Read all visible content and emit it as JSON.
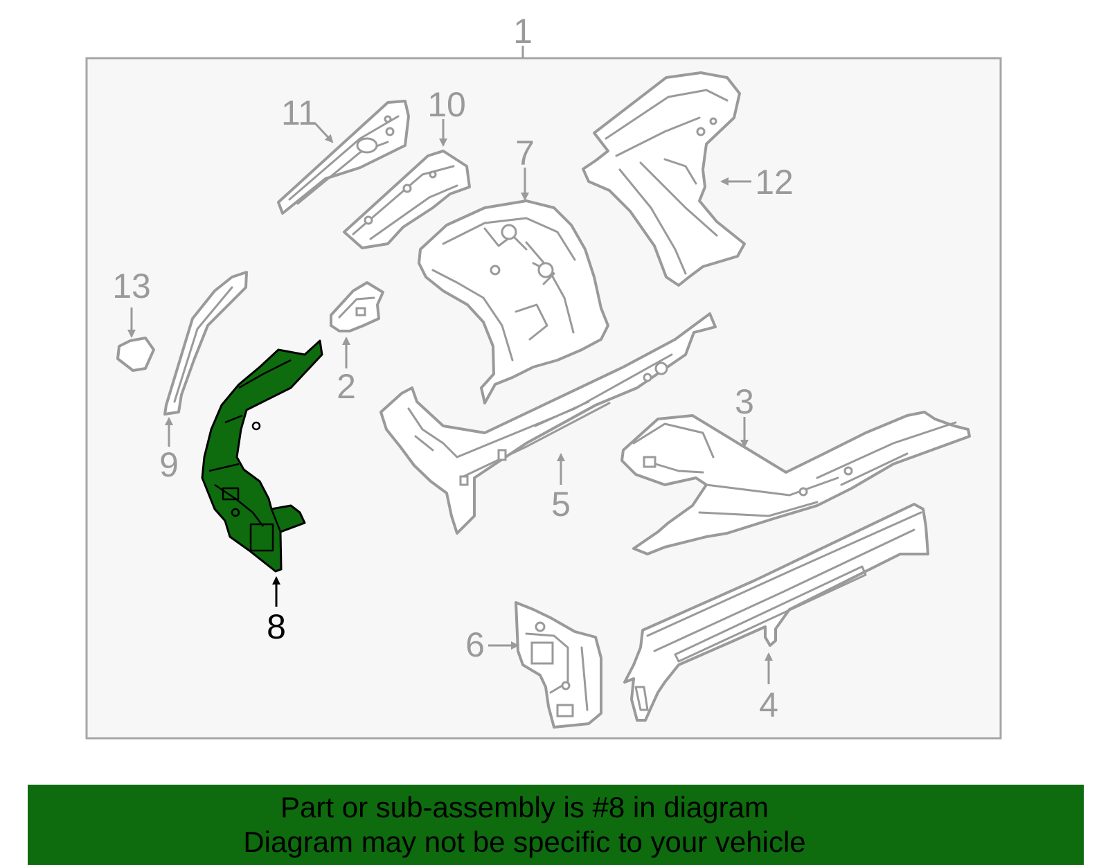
{
  "colors": {
    "highlight_fill": "#0e6b0e",
    "banner_background": "#0e6b0e",
    "part_outline": "#9a9a9a",
    "panel_background": "#f7f7f7",
    "panel_border": "#a6a6a6",
    "highlight_outline": "#000000"
  },
  "diagram": {
    "assembly_label": "1",
    "highlighted_part": "8",
    "callouts": {
      "c1": "1",
      "c2": "2",
      "c3": "3",
      "c4": "4",
      "c5": "5",
      "c6": "6",
      "c7": "7",
      "c8": "8",
      "c9": "9",
      "c10": "10",
      "c11": "11",
      "c12": "12",
      "c13": "13"
    }
  },
  "banner": {
    "line1": "Part or sub-assembly is #8 in diagram",
    "line2": "Diagram may not be specific to your vehicle"
  }
}
